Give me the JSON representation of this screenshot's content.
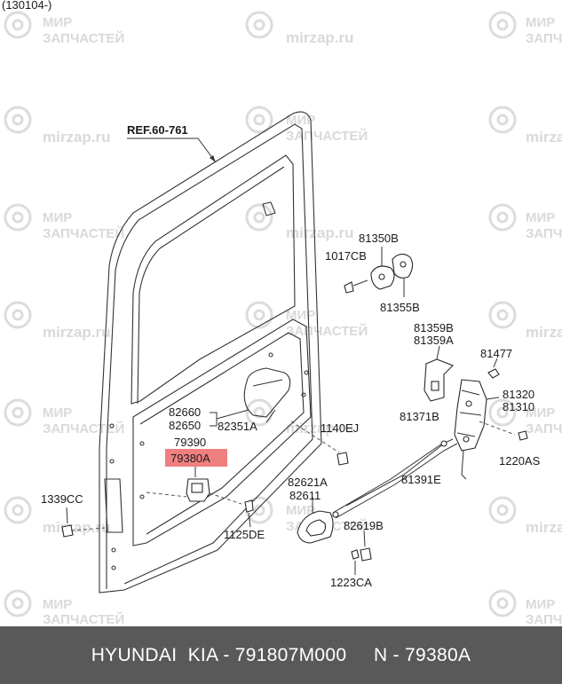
{
  "header": {
    "date_range": "(130104-)"
  },
  "watermark": {
    "line1": "МИР",
    "line2": "ЗАПЧАСТЕЙ",
    "domain": "mirzap.ru"
  },
  "labels": {
    "ref": "REF.60-761",
    "p81350B": "81350B",
    "p1017CB": "1017CB",
    "p81355B": "81355B",
    "p81359B": "81359B",
    "p81359A": "81359A",
    "p81477": "81477",
    "p81320": "81320",
    "p81310": "81310",
    "p82660": "82660",
    "p82650": "82650",
    "p82351A": "82351A",
    "p1140EJ": "1140EJ",
    "p81371B": "81371B",
    "p1220AS": "1220AS",
    "p79390": "79390",
    "p79380A": "79380A",
    "p81391E": "81391E",
    "p82621A": "82621A",
    "p82611": "82611",
    "p1339CC": "1339CC",
    "p82619B": "82619B",
    "p1125DE": "1125DE",
    "p1223CA": "1223CA"
  },
  "highlight_color": "#f08080",
  "footer": {
    "text": "HYUNDAI  KIA - 791807M000     N - 79380A"
  }
}
